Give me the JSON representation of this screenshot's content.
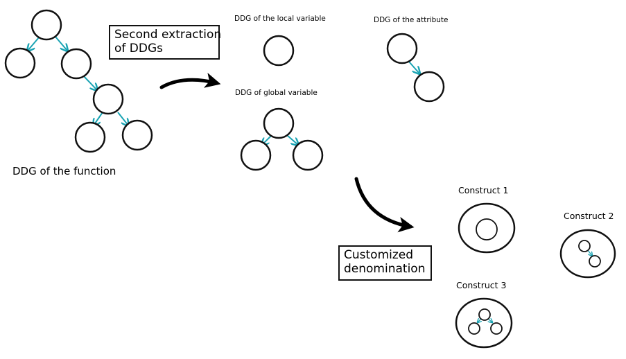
{
  "labels": {
    "ddg_function": "DDG of the function",
    "ddg_local": "DDG of the local variable",
    "ddg_attribute": "DDG of the attribute",
    "ddg_global": "DDG of global variable",
    "construct_1": "Construct 1",
    "construct_2": "Construct 2",
    "construct_3": "Construct 3"
  },
  "boxes": {
    "second_extraction": [
      "Second extraction",
      "of DDGs"
    ],
    "customized_denomination": [
      "Customized",
      "denomination"
    ]
  },
  "colors": {
    "edge": "#19a3b3",
    "node_stroke": "#111111",
    "arrow": "#000000"
  }
}
